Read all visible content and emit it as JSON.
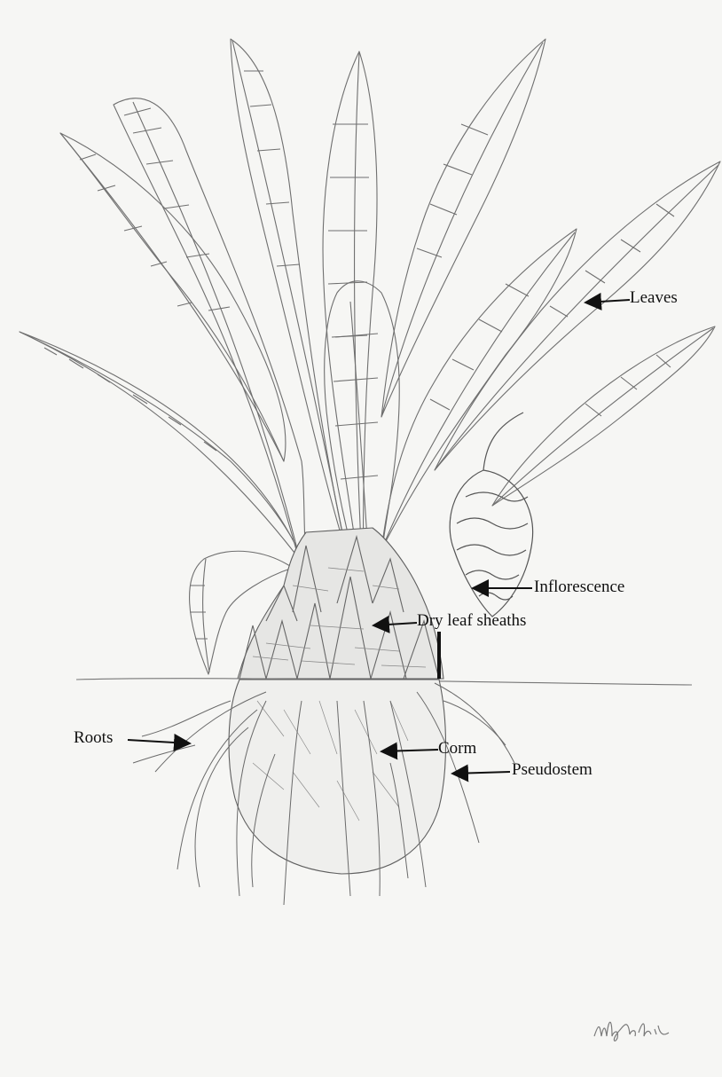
{
  "labels": {
    "leaves": "Leaves",
    "inflorescence": "Inflorescence",
    "dry_leaf_sheaths": "Dry leaf sheaths",
    "pseudostem": "Pseudostem",
    "corm": "Corm",
    "roots": "Roots"
  },
  "colors": {
    "paper": "#f6f6f4",
    "pencil": "#6a6a6a",
    "ink": "#111111"
  },
  "signature": "handwritten artist signature"
}
